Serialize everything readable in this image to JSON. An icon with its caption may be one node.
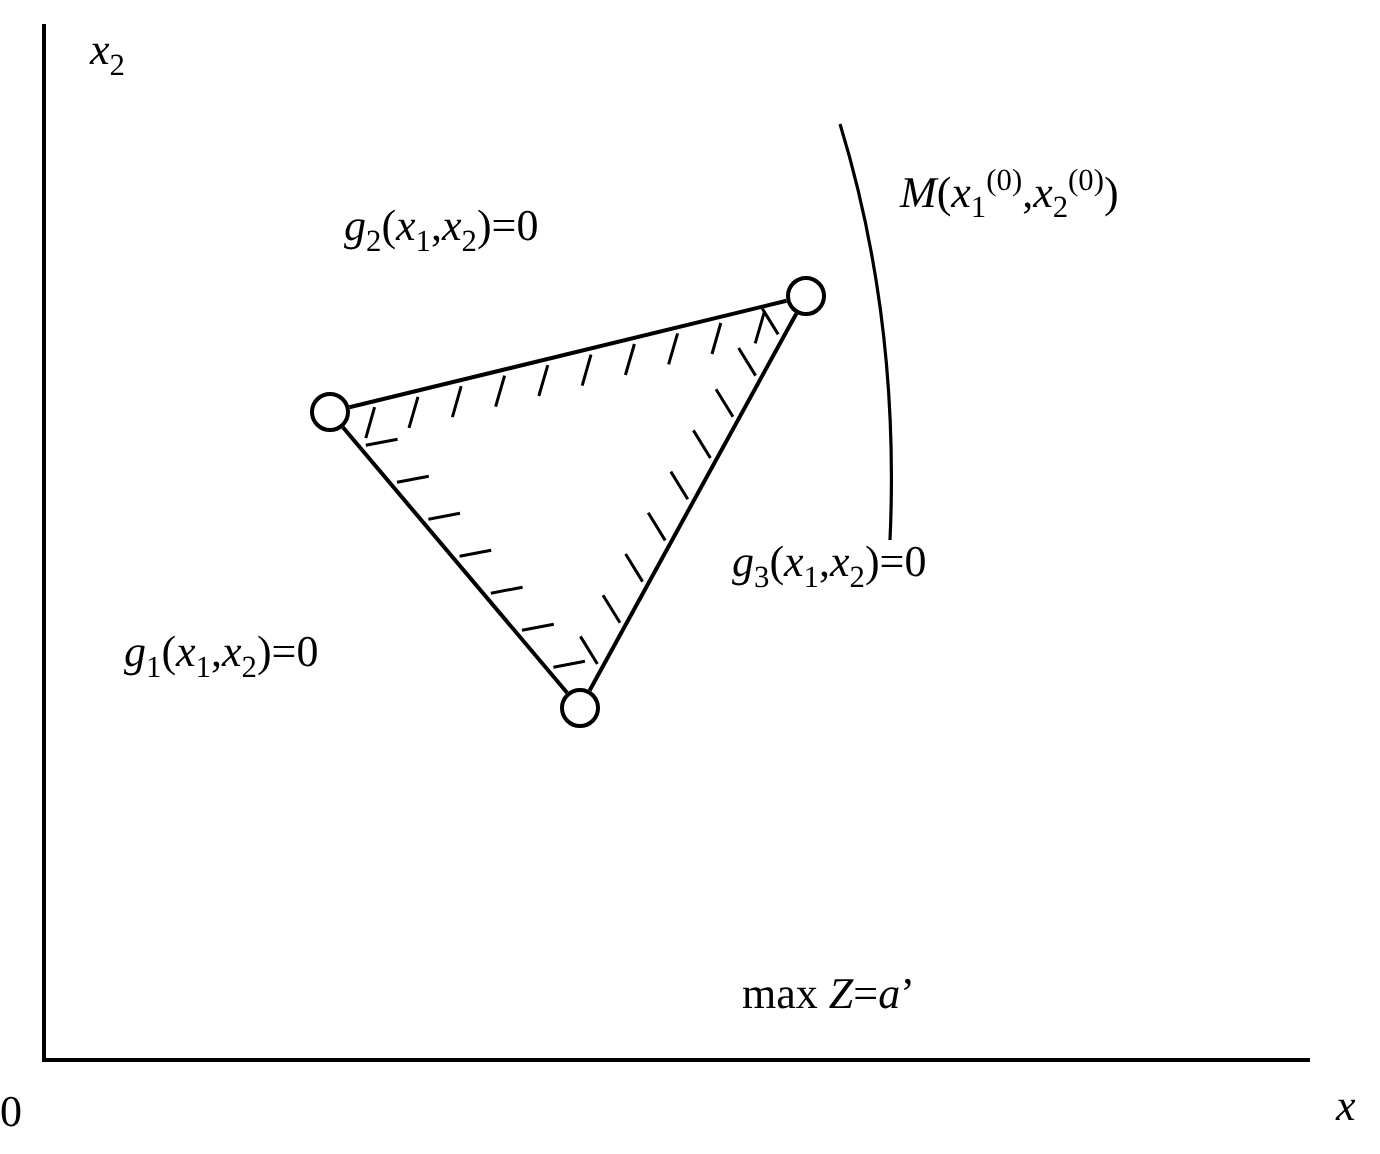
{
  "diagram": {
    "nodes": [
      {
        "text": [],
        "shape": "circle"
      },
      {
        "text": [],
        "shape": "circle"
      },
      {
        "text": [],
        "shape": "circle"
      }
    ],
    "edges": [
      {
        "from": 0,
        "to": 1,
        "arrow": "none"
      },
      {
        "from": 1,
        "to": 2,
        "arrow": "none"
      },
      {
        "from": 2,
        "to": 0,
        "arrow": "none"
      }
    ],
    "labels": [
      "*x*$_{2}$",
      "*g*$_{2}$(*x*$_{1}$,*x*$_{2}$)=0",
      "*M*(*x*$_{1}$$^{(0)}$,*x*$_{2}$$^{(0)}$)",
      "*g*$_{3}$(*x*$_{1}$,*x*$_{2}$)=0",
      "*g*$_{1}$(*x*$_{1}$,*x*$_{2}$)=0",
      "max *Z*=*a*’",
      "0",
      "*x*"
    ]
  }
}
